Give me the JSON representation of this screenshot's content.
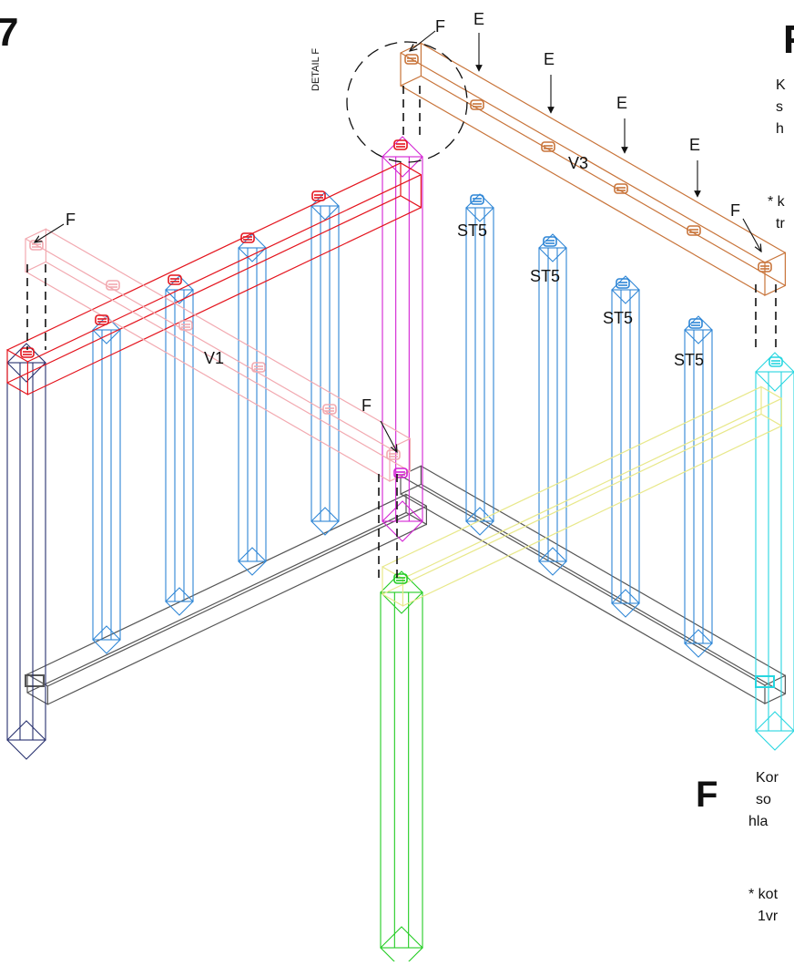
{
  "page": {
    "step_number": "7",
    "right_heading": "F"
  },
  "callouts": {
    "F": "F",
    "E": "E",
    "detail": "DETAIL F",
    "V1": "V1",
    "V3": "V3",
    "ST5": "ST5"
  },
  "notes": {
    "top": [
      "K",
      "s",
      "h"
    ],
    "top_star": [
      "* k",
      "tr"
    ],
    "bottom_letter": "F",
    "bottom": [
      "Kor",
      "so",
      "hla"
    ],
    "bottom_star": [
      "* kot",
      "1vr"
    ]
  },
  "colors": {
    "red_beam": "#e4141d",
    "orange_beam": "#c8743a",
    "pink_beam": "#f2a9b0",
    "yellow_beam": "#e8e88a",
    "blue_posts": "#2e86d6",
    "grey_base": "#555555",
    "magenta_post": "#d321d3",
    "green_post": "#22cc22",
    "cyan_post": "#27d6e0",
    "navy_post": "#27306e"
  }
}
